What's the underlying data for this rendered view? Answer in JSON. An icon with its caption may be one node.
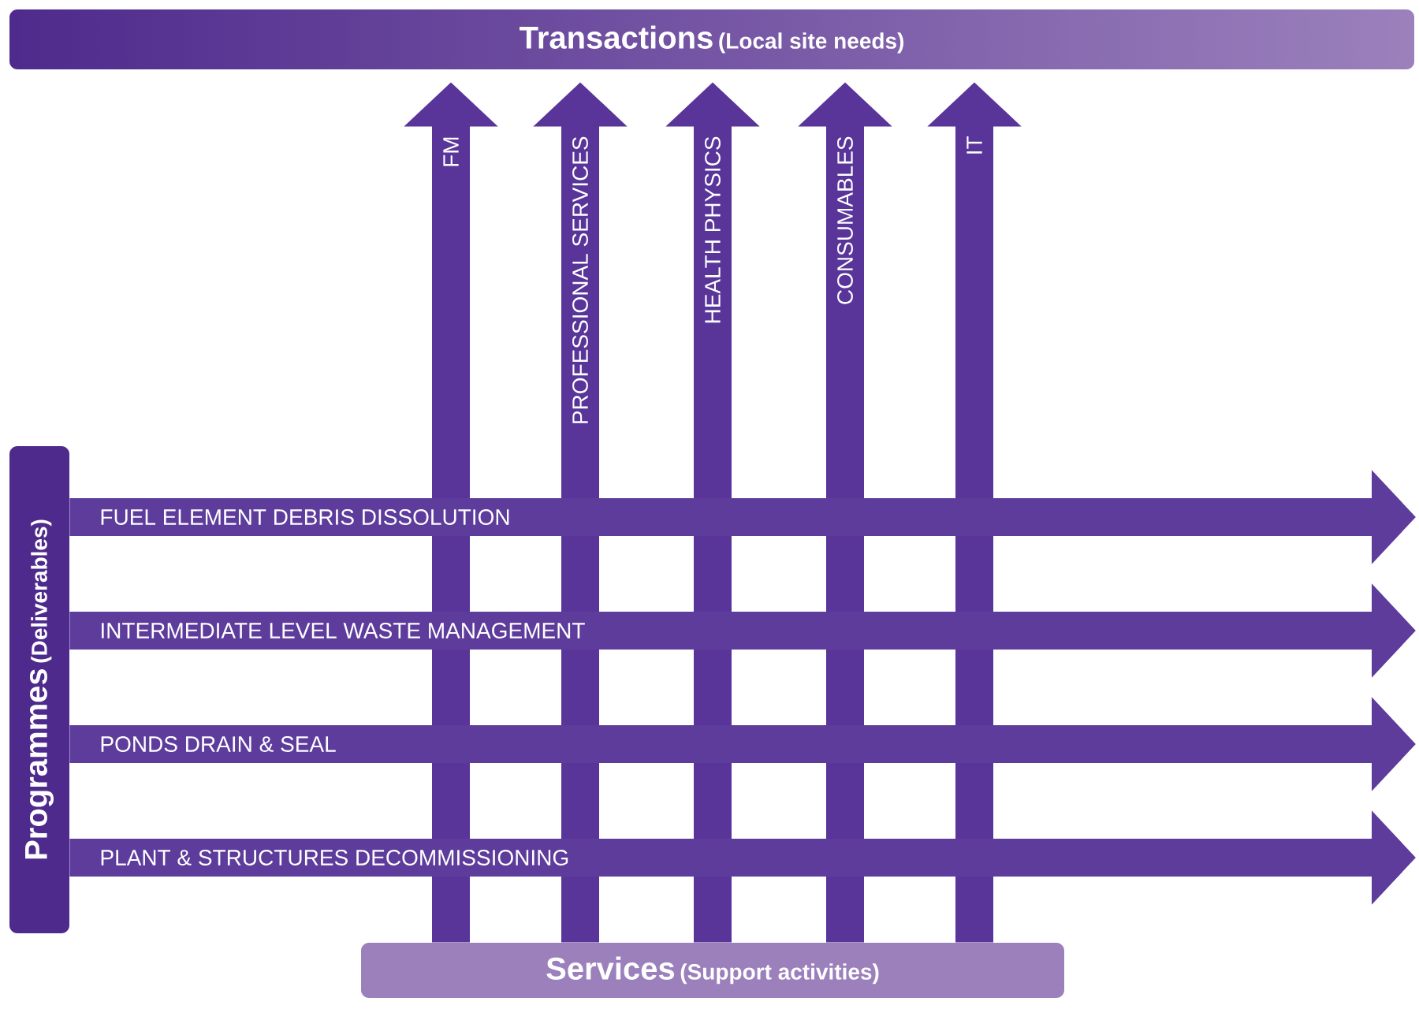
{
  "diagram": {
    "nodes": [
      {
        "text": [
          "Transactions",
          "(Local site needs)"
        ]
      },
      {
        "text": [
          "Services",
          "(Support activities)"
        ]
      },
      {
        "text": [
          "Programmes",
          "(Deliverables)"
        ]
      }
    ],
    "edges": [
      {
        "from": 1,
        "to": 0,
        "arrow": "to",
        "label": "FM"
      },
      {
        "from": 1,
        "to": 0,
        "arrow": "to",
        "label": "PROFESSIONAL SERVICES"
      },
      {
        "from": 1,
        "to": 0,
        "arrow": "to",
        "label": "HEALTH PHYSICS"
      },
      {
        "from": 1,
        "to": 0,
        "arrow": "to",
        "label": "CONSUMABLES"
      },
      {
        "from": 1,
        "to": 0,
        "arrow": "to",
        "label": "IT"
      },
      {
        "from": 2,
        "to": null,
        "arrow": "to",
        "label": "FUEL ELEMENT DEBRIS DISSOLUTION"
      },
      {
        "from": 2,
        "to": null,
        "arrow": "to",
        "label": "INTERMEDIATE LEVEL WASTE MANAGEMENT"
      },
      {
        "from": 2,
        "to": null,
        "arrow": "to",
        "label": "PONDS DRAIN & SEAL"
      },
      {
        "from": 2,
        "to": null,
        "arrow": "to",
        "label": "PLANT & STRUCTURES DECOMMISSIONING"
      }
    ]
  }
}
